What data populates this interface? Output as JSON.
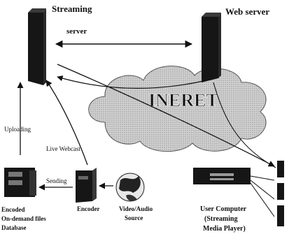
{
  "labels": {
    "streaming": "Streaming",
    "server": "server",
    "web_server": "Web server",
    "internet": "INERET",
    "uploading": "Uploading",
    "live_webcast": "Live Webcast",
    "sending": "Sending",
    "encoder": "Encoder",
    "video_audio_source_l1": "Video/Audio",
    "video_audio_source_l2": "Source",
    "database_l1": "Encoded",
    "database_l2": "On-demand files",
    "database_l3": "Database",
    "user_computer_l1": "User Computer",
    "user_computer_l2": "(Streaming",
    "user_computer_l3": "Media Player)"
  },
  "colors": {
    "ink": "#111111",
    "cloud_fill": "#c8c8c8",
    "cloud_dots": "#9a9a9a",
    "server_dark": "#161616"
  }
}
